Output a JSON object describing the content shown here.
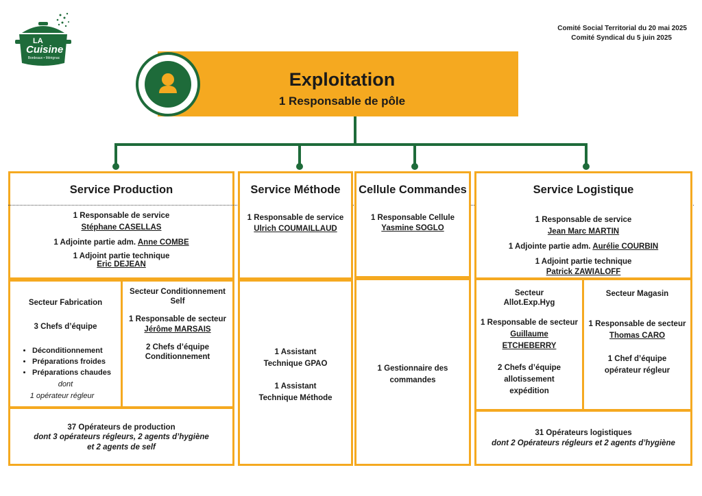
{
  "header": {
    "logo_line1": "LA",
    "logo_line2": "Cuisine",
    "logo_sub": "Bordeaux • Mérignac",
    "meeting1": "Comité Social Territorial du 20 mai 2025",
    "meeting2": "Comité Syndical du 5 juin 2025"
  },
  "top": {
    "title": "Exploitation",
    "subtitle": "1 Responsable de pôle"
  },
  "production": {
    "title": "Service Production",
    "resp_role": "1 Responsable de service",
    "resp_name": "Stéphane CASELLAS",
    "adj_adm_role": "1 Adjointe partie adm.",
    "adj_adm_name": "Anne COMBE",
    "adj_tech_role": "1 Adjoint partie technique",
    "adj_tech_name": "Eric DEJEAN",
    "fab_title": "Secteur Fabrication",
    "fab_chefs": "3 Chefs d’équipe",
    "fab_items": [
      "Déconditionnement",
      "Préparations froides",
      "Préparations chaudes"
    ],
    "fab_dont": "dont",
    "fab_regleur": "1 opérateur régleur",
    "cond_title": "Secteur Conditionnement Self",
    "cond_resp": "1 Responsable de secteur",
    "cond_name": "Jérôme MARSAIS",
    "cond_chefs": "2 Chefs d’équipe Conditionnement",
    "ops_line1": "37 Opérateurs de production",
    "ops_line2": "dont 3 opérateurs régleurs, 2 agents d’hygiène",
    "ops_line3": "et 2 agents de self"
  },
  "methode": {
    "title": "Service Méthode",
    "resp_role": "1 Responsable de service",
    "resp_name": "Ulrich COUMAILLAUD",
    "asst1": "1 Assistant Technique GPAO",
    "asst2": "1 Assistant Technique Méthode"
  },
  "commandes": {
    "title": "Cellule Commandes",
    "resp_role": "1 Responsable Cellule",
    "resp_name": "Yasmine SOGLO",
    "gest": "1 Gestionnaire des commandes"
  },
  "logistique": {
    "title": "Service Logistique",
    "resp_role": "1 Responsable de service",
    "resp_name": "Jean Marc MARTIN",
    "adj_adm_role": "1 Adjointe partie adm.",
    "adj_adm_name": "Aurélie COURBIN",
    "adj_tech_role": "1 Adjoint partie technique",
    "adj_tech_name": "Patrick ZAWIALOFF",
    "allot_title": "Secteur Allot.Exp.Hyg",
    "allot_resp": "1 Responsable de secteur",
    "allot_name": "Guillaume ETCHEBERRY",
    "allot_chefs": "2 Chefs d’équipe allotissement expédition",
    "mag_title": "Secteur Magasin",
    "mag_resp": "1 Responsable de secteur",
    "mag_name": "Thomas CARO",
    "mag_chef": "1 Chef d’équipe opérateur régleur",
    "ops_line1": "31 Opérateurs logistiques",
    "ops_line2": "dont 2 Opérateurs régleurs et 2 agents d’hygiène"
  },
  "colors": {
    "orange": "#F5A920",
    "green": "#1E6B3A"
  }
}
